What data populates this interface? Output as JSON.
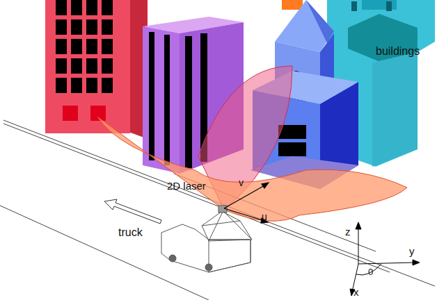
{
  "diagram": {
    "labels": [
      "buildings",
      "2D laser",
      "v",
      "u",
      "truck",
      "z",
      "y",
      "0",
      "x"
    ]
  }
}
